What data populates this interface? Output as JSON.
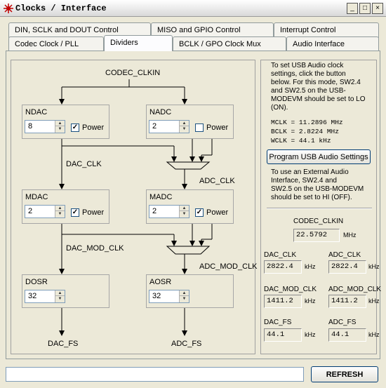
{
  "window": {
    "title": "Clocks / Interface",
    "min": "_",
    "max": "□",
    "close": "×"
  },
  "tabs": {
    "row1": [
      "DIN, SCLK and DOUT Control",
      "MISO and GPIO Control",
      "Interrupt Control"
    ],
    "row2": [
      "Codec Clock / PLL",
      "Dividers",
      "BCLK / GPO Clock Mux",
      "Audio Interface"
    ]
  },
  "diagram": {
    "codec_clkin": "CODEC_CLKIN",
    "dac_clk": "DAC_CLK",
    "adc_clk": "ADC_CLK",
    "dac_mod_clk": "DAC_MOD_CLK",
    "adc_mod_clk": "ADC_MOD_CLK",
    "dac_fs": "DAC_FS",
    "adc_fs": "ADC_FS",
    "power_label": "Power",
    "blocks": {
      "ndac": {
        "label": "NDAC",
        "value": "8",
        "power": true
      },
      "nadc": {
        "label": "NADC",
        "value": "2",
        "power": false
      },
      "mdac": {
        "label": "MDAC",
        "value": "2",
        "power": true
      },
      "madc": {
        "label": "MADC",
        "value": "2",
        "power": true
      },
      "dosr": {
        "label": "DOSR",
        "value": "32"
      },
      "aosr": {
        "label": "AOSR",
        "value": "32"
      }
    }
  },
  "info": {
    "usb_l1": "To set USB Audio clock",
    "usb_l2": "settings, click the button",
    "usb_l3": "below. For this mode, SW2.4",
    "usb_l4": "and SW2.5 on the USB-",
    "usb_l5": "MODEVM should be set to LO",
    "usb_l6": "(ON).",
    "mclk": "MCLK = 11.2896 MHz",
    "bclk": "BCLK = 2.8224 MHz",
    "wclk": "WCLK = 44.1 kHz",
    "program_button": "Program USB Audio Settings",
    "ext_l1": "To use an External Audio",
    "ext_l2": "Interface, SW2.4 and",
    "ext_l3": "SW2.5 on the USB-MODEVM",
    "ext_l4": "should be set to HI (OFF)."
  },
  "readouts": {
    "codec_clkin": {
      "label": "CODEC_CLKIN",
      "value": "22.5792",
      "unit": "MHz"
    },
    "dac_clk": {
      "label": "DAC_CLK",
      "value": "2822.4",
      "unit": "kHz"
    },
    "adc_clk": {
      "label": "ADC_CLK",
      "value": "2822.4",
      "unit": "kHz"
    },
    "dac_mod_clk": {
      "label": "DAC_MOD_CLK",
      "value": "1411.2",
      "unit": "kHz"
    },
    "adc_mod_clk": {
      "label": "ADC_MOD_CLK",
      "value": "1411.2",
      "unit": "kHz"
    },
    "dac_fs": {
      "label": "DAC_FS",
      "value": "44.1",
      "unit": "kHz"
    },
    "adc_fs": {
      "label": "ADC_FS",
      "value": "44.1",
      "unit": "kHz"
    }
  },
  "footer": {
    "status_text": "",
    "refresh_label": "REFRESH"
  },
  "icons": {
    "app": "app-icon",
    "spin_up": "spin-up-icon",
    "spin_down": "spin-down-icon",
    "check": "check-icon"
  },
  "symbols": {
    "up": "▲",
    "down": "▼",
    "check": "✓"
  }
}
